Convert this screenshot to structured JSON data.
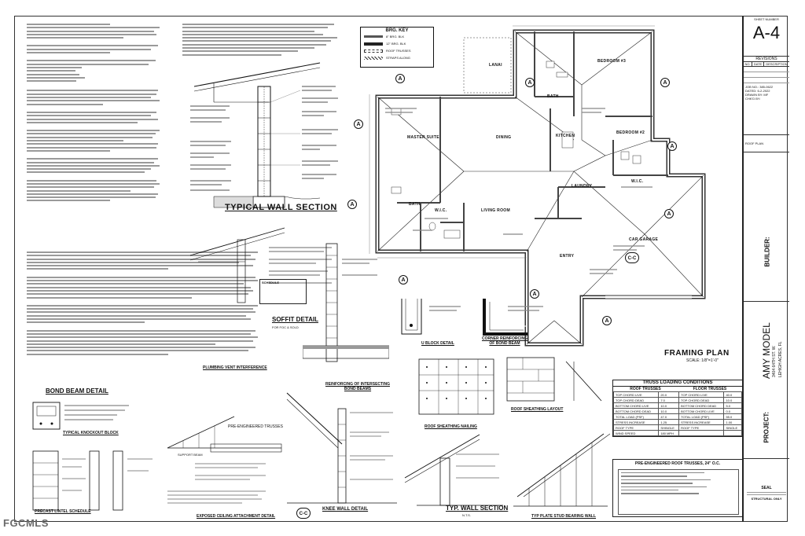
{
  "watermark": "FGCMLS",
  "title_block": {
    "sheet_number_label": "SHEET NUMBER",
    "sheet_number": "A-4",
    "revisions_label": "REVISIONS",
    "rev_headers": [
      "NO.",
      "DATE",
      "DESCRIPTION"
    ],
    "job_no": "JOB NO.: 385-0622",
    "dated": "DATED: 6-2-2022",
    "drawn_by": "DRAWN BY: MF",
    "chkd_by": "CHK'D BY:",
    "sheet_title": "ROOF PLAN",
    "builder_label": "BUILDER:",
    "model_name": "AMY MODEL",
    "address": "3404 64TH ST. W.",
    "city": "LEHIGH ACRES, FL",
    "project_label": "PROJECT:"
  },
  "drawings": {
    "typical_wall_section": "TYPICAL WALL SECTION",
    "soffit_detail": "SOFFIT DETAIL",
    "soffit_detail_scale": "FOR FOC & SOLD",
    "bond_beam_detail": "BOND BEAM DETAIL",
    "typical_knockout_block": "TYPICAL KNOCKOUT BLOCK",
    "precast_lintel_schedule": "PRECAST LINTEL SCHEDULE",
    "plumbing_vent": "PLUMBING VENT INTERFERENCE",
    "reinforcing_bond_beams": "REINFORCING OF INTERSECTING BOND BEAMS",
    "u_block_detail": "U BLOCK DETAIL",
    "corner_reinforcing": "CORNER REINFORCING OF BOND BEAM",
    "roof_sheathing_nailing": "ROOF SHEATHING NAILING",
    "roof_sheathing_layout": "ROOF SHEATHING LAYOUT",
    "framing_plan": "FRAMING PLAN",
    "framing_plan_scale": "SCALE: 1/8\"=1'-0\"",
    "knee_wall_detail": "KNEE WALL DETAIL",
    "exposed_ceiling": "EXPOSED CEILING ATTACHMENT DETAIL",
    "typ_wall_section": "TYP. WALL SECTION",
    "typ_wall_section_scale": "N.T.S.",
    "typ_plate_bearing": "TYP PLATE STUD BEARING WALL",
    "pre_engineered_trusses": "PRE-ENGINEERED TRUSSES",
    "schedule_label": "SCHEDULE",
    "support_beam": "SUPPORT BEAM"
  },
  "brg_key": {
    "title": "BRG. KEY",
    "rows": [
      "8\" BRG. BLK",
      "12\" BRG. BLK",
      "ROOF TRUSSES",
      "STRAPS ALONG"
    ]
  },
  "rooms": {
    "master_suite": "MASTER SUITE",
    "dining": "DINING",
    "kitchen": "KITCHEN",
    "living_room": "LIVING ROOM",
    "bedroom2": "BEDROOM #2",
    "bedroom3": "BEDROOM #3",
    "lanai": "LANAI",
    "bath1": "BATH",
    "bath2": "BATH",
    "wic1": "W.I.C.",
    "wic2": "W.I.C.",
    "laundry": "LAUNDRY",
    "car_garage": "CAR GARAGE",
    "entry": "ENTRY"
  },
  "section_markers": [
    "A",
    "A",
    "A",
    "A",
    "A",
    "A",
    "A",
    "A",
    "A",
    "A",
    "C-C",
    "C-C"
  ],
  "truss_loading": {
    "title": "TRUSS LOADING CONDITIONS",
    "roof_trusses": "ROOF TRUSSES",
    "floor_trusses": "FLOOR TRUSSES",
    "rows": [
      [
        "TOP CHORD LIVE",
        "20.0",
        "TOP CHORD LIVE",
        "40.0"
      ],
      [
        "TOP CHORD DEAD",
        "7.0",
        "TOP CHORD DEAD",
        "10.0"
      ],
      [
        "BOTTOM CHORD LIVE",
        "10.0",
        "BOTTOM CHORD DEAD",
        "5.0"
      ],
      [
        "BOTTOM CHORD DEAD",
        "10.0",
        "BOTTOM CHORD LIVE",
        "0.0"
      ],
      [
        "TOTAL LOAD (PSF)",
        "47.0",
        "TOTAL LOAD (PSF)",
        "55.0"
      ],
      [
        "STRESS INCREASE",
        "1.25",
        "STRESS INCREASE",
        "1.00"
      ],
      [
        "ROOF TYPE",
        "SHINGLE",
        "ROOF TYPE",
        "SINGLE"
      ],
      [
        "WIND SPEED",
        "180 MPH",
        "",
        ""
      ]
    ]
  },
  "pre_eng_note": "PRE-ENGINEERED ROOF TRUSSES, 24\" O.C.",
  "seal": "SEAL",
  "structural_only": "STRUCTURAL ONLY",
  "colors": {
    "line": "#111111",
    "hatch": "#555555",
    "paper": "#ffffff"
  }
}
